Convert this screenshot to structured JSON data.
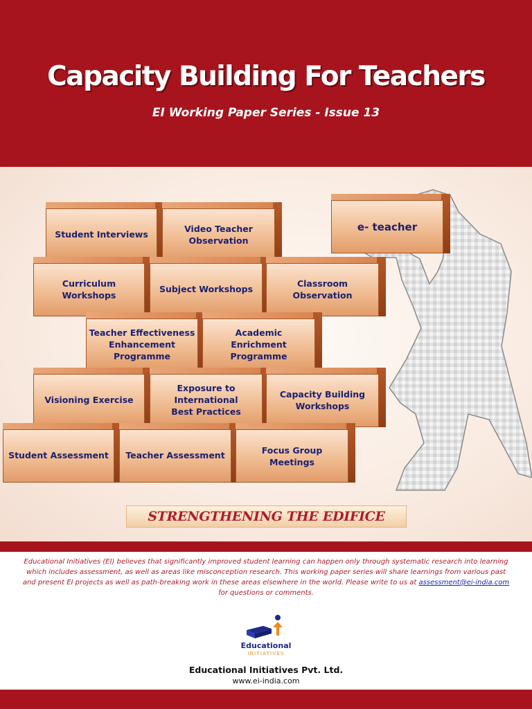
{
  "header": {
    "title": "Capacity Building For Teachers",
    "subtitle": "EI Working Paper Series - Issue 13",
    "background_color": "#a8141d"
  },
  "bricks": [
    {
      "label": "Student Interviews"
    },
    {
      "label": "Video Teacher Observation"
    },
    {
      "label": "e- teacher"
    },
    {
      "label": "Curriculum Workshops"
    },
    {
      "label": "Subject Workshops"
    },
    {
      "label": "Classroom Observation"
    },
    {
      "label": "Teacher Effectiveness Enhancement Programme"
    },
    {
      "label": "Academic Enrichment Programme"
    },
    {
      "label": "Visioning Exercise"
    },
    {
      "label": "Exposure to International Best Practices"
    },
    {
      "label": "Capacity Building Workshops"
    },
    {
      "label": "Student Assessment"
    },
    {
      "label": "Teacher Assessment"
    },
    {
      "label": "Focus Group Meetings"
    }
  ],
  "banner": {
    "text": "STRENGTHENING THE EDIFICE",
    "text_color": "#b01c2b"
  },
  "description": {
    "text": "Educational Initiatives (EI) believes that significantly improved student learning can happen only through systematic research into learning which includes assessment, as well as areas like misconception research. This working paper series will share learnings from various past and present EI projects as well as path-breaking work in these areas elsewhere in the world. Please write to us at",
    "email": "assessment@ei-india.com",
    "suffix": "for questions or comments."
  },
  "footer": {
    "logo_name": "Educational",
    "logo_tagline": "INITIATIVES",
    "company": "Educational Initiatives Pvt. Ltd.",
    "website": "www.ei-india.com"
  },
  "icons": {
    "logo": "book-and-person-logo-icon",
    "figure": "person-lifting-brick-icon"
  }
}
